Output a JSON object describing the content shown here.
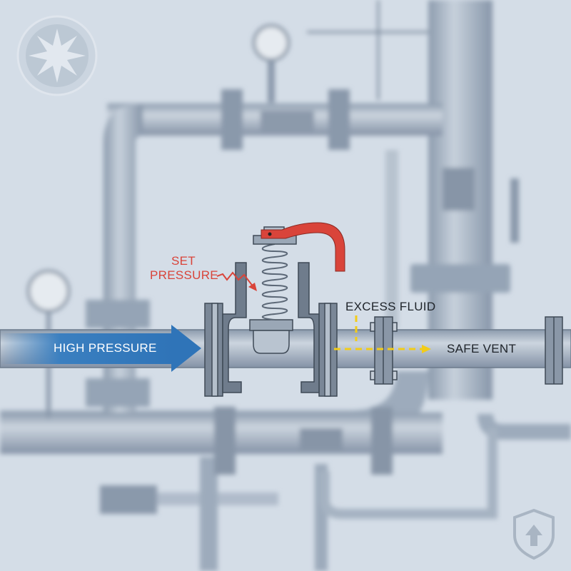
{
  "labels": {
    "high_pressure": "HIGH PRESSURE",
    "set_pressure_line1": "SET",
    "set_pressure_line2": "PRESSURE",
    "excess_fluid": "EXCESS FLUID",
    "safe_vent": "SAFE VENT"
  },
  "icons": {
    "top_left": "burst-logo-icon",
    "bottom_right": "shield-arrow-up-icon"
  },
  "colors": {
    "background": "#d4dde7",
    "pipe": "#a9b6c5",
    "valve_body": "#6f7c8c",
    "flow_arrow": "#3a7fc0",
    "lever": "#d9443a",
    "set_pressure_text": "#d9443a",
    "excess_flow": "#f2cc1a"
  }
}
